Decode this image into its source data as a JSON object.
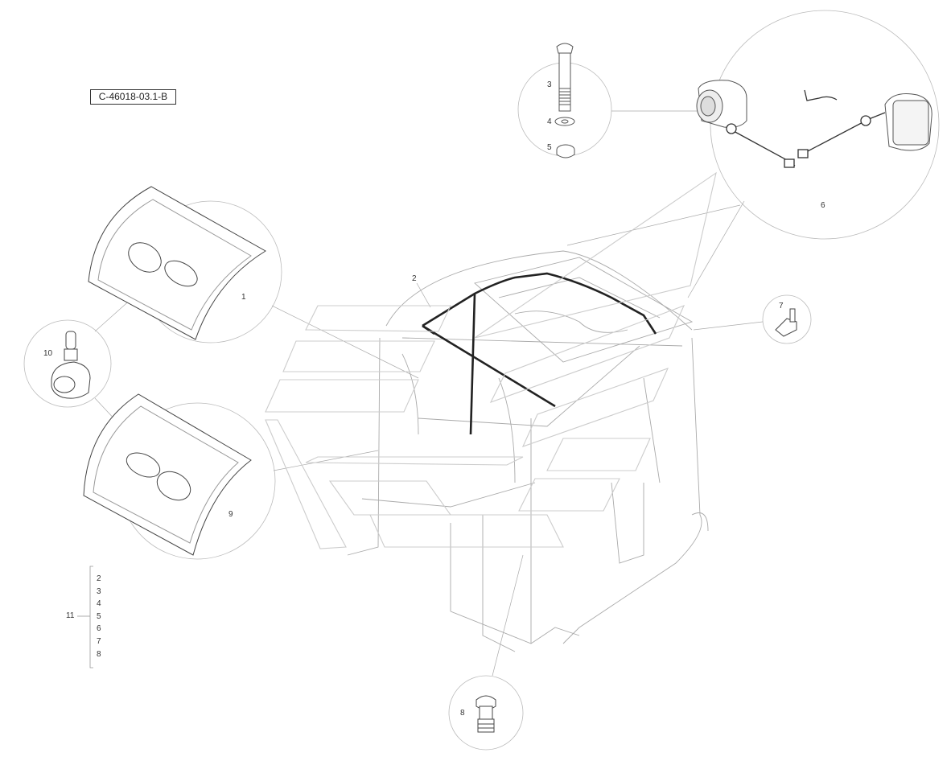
{
  "drawing": {
    "reference": "C-46018-03.1-B"
  },
  "callouts": {
    "c1": "1",
    "c2": "2",
    "c3": "3",
    "c4": "4",
    "c5": "5",
    "c6": "6",
    "c7": "7",
    "c8": "8",
    "c9": "9",
    "c10": "10",
    "c11": "11"
  },
  "kit_items": [
    "2",
    "3",
    "4",
    "5",
    "6",
    "7",
    "8"
  ],
  "colors": {
    "line": "#555555",
    "harness": "#222222",
    "light": "#9a9a9a"
  }
}
